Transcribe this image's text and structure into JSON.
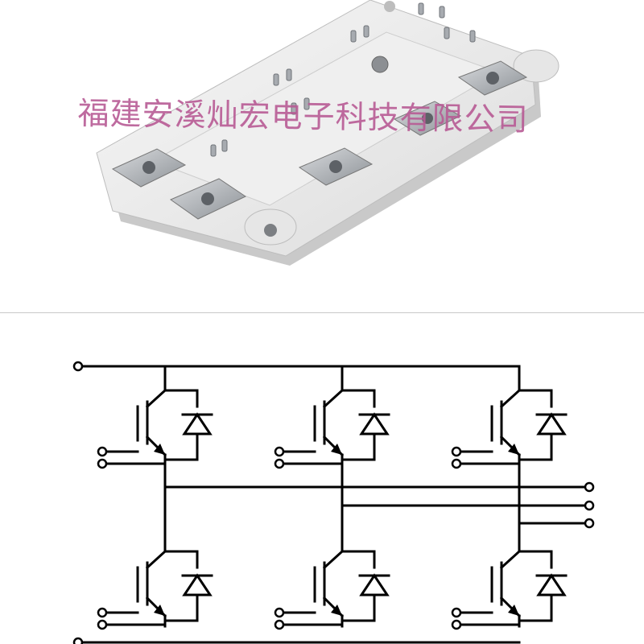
{
  "watermark": {
    "text": "福建安溪灿宏电子科技有限公司"
  },
  "colors": {
    "background": "#ffffff",
    "module_body": "#ececec",
    "module_shadow": "#cfcfcf",
    "terminal_metal": "#9a9ea3",
    "watermark": "#b85b95",
    "schematic_line": "#000000",
    "separator": "#c9c9c9"
  },
  "icons": [
    "igbt-transistor-icon",
    "freewheel-diode-icon",
    "terminal-pin-icon",
    "screw-terminal-icon"
  ],
  "schematic": {
    "type": "three-phase IGBT bridge",
    "switches": 6,
    "legs": 3,
    "output_terminals": 3
  }
}
